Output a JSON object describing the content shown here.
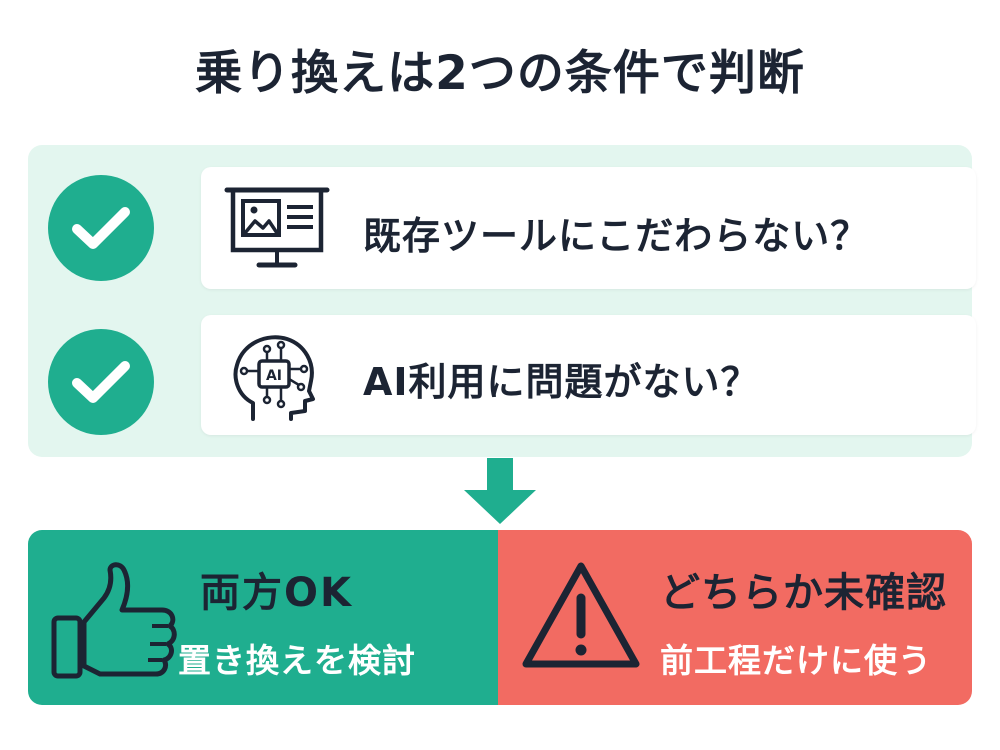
{
  "title": "乗り換えは2つの条件で判断",
  "conditions": [
    {
      "text": "既存ツールにこだわらない？",
      "icon": "presentation-screen-icon"
    },
    {
      "text": "AI利用に問題がない？",
      "icon": "ai-head-icon",
      "icon_label": "AI"
    }
  ],
  "results": {
    "ok": {
      "title": "両方OK",
      "subtitle": "置き換えを検討",
      "icon": "thumbs-up-icon",
      "color": "#1fae8f"
    },
    "unconfirmed": {
      "title": "どちらか未確認",
      "subtitle": "前工程だけに使う",
      "icon": "warning-icon",
      "color": "#f26b62"
    }
  },
  "colors": {
    "panel": "#e3f6ef",
    "accent_green": "#1fae8f",
    "accent_red": "#f26b62",
    "text": "#1c2433"
  }
}
